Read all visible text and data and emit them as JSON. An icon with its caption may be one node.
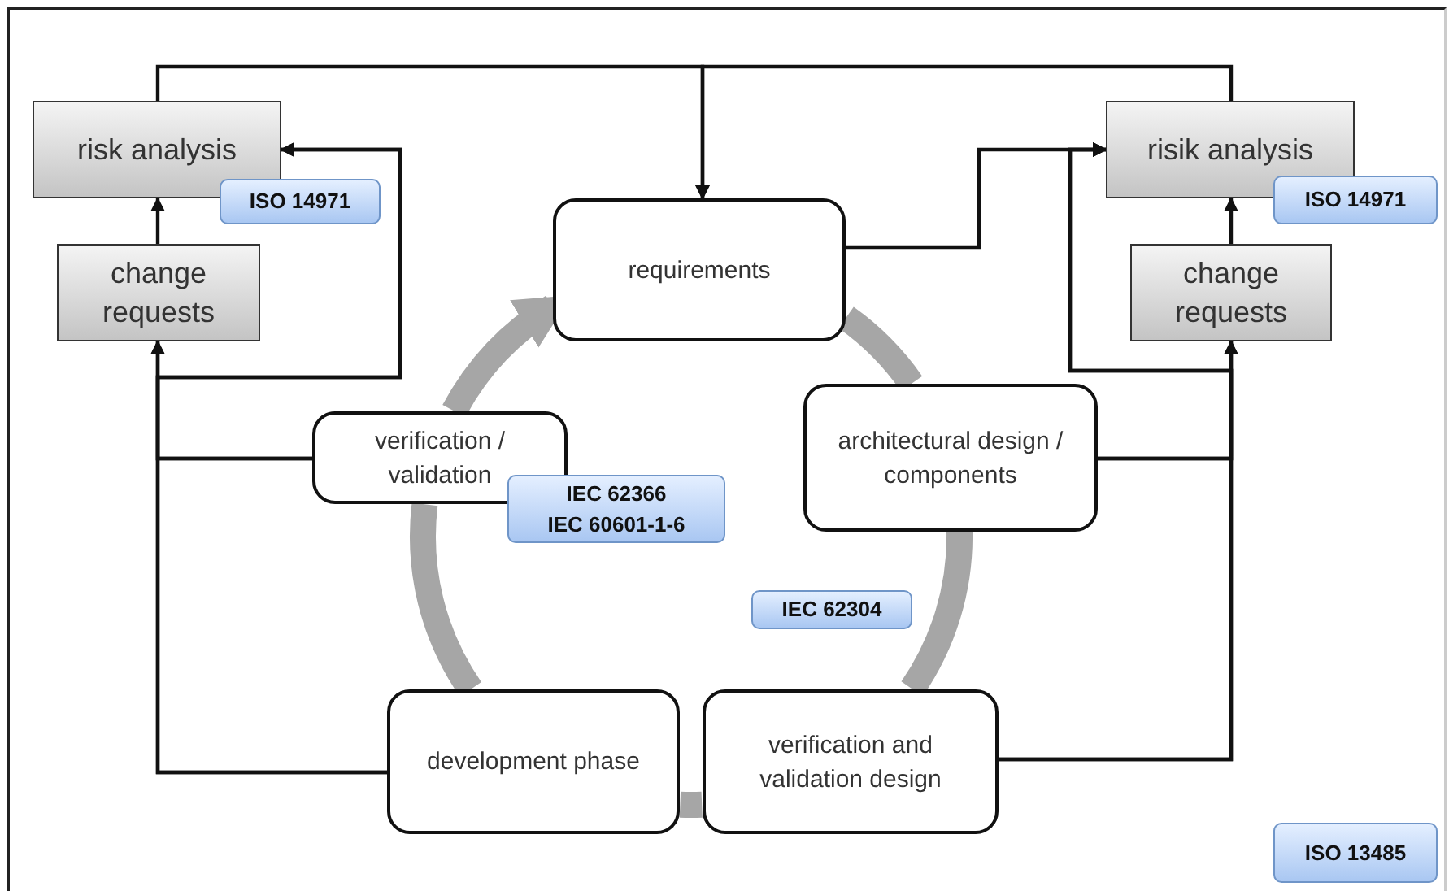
{
  "diagram": {
    "nodes": [
      {
        "text": [
          "risk analysis"
        ]
      },
      {
        "text": [
          "ISO 14971"
        ]
      },
      {
        "text": [
          "change requests"
        ]
      },
      {
        "text": [
          "requirements"
        ]
      },
      {
        "text": [
          "risik analysis"
        ]
      },
      {
        "text": [
          "ISO 14971"
        ]
      },
      {
        "text": [
          "change requests"
        ]
      },
      {
        "text": [
          "verification / validation"
        ]
      },
      {
        "text": [
          "IEC 62366",
          "IEC 60601-1-6"
        ]
      },
      {
        "text": [
          "architectural design / components"
        ]
      },
      {
        "text": [
          "IEC 62304"
        ]
      },
      {
        "text": [
          "development phase"
        ]
      },
      {
        "text": [
          "verification and validation design"
        ]
      },
      {
        "text": [
          "ISO 13485"
        ]
      }
    ],
    "edges": [
      {
        "from": 2,
        "to": 0,
        "arrow": "to"
      },
      {
        "from": 0,
        "to": 3,
        "arrow": "to"
      },
      {
        "from": 4,
        "to": 3,
        "arrow": "to"
      },
      {
        "from": 7,
        "to": 2,
        "arrow": "to"
      },
      {
        "from": 11,
        "to": 2,
        "arrow": "to"
      },
      {
        "from": 7,
        "to": 0,
        "arrow": "to"
      },
      {
        "from": 11,
        "to": 0,
        "arrow": "to"
      },
      {
        "from": 3,
        "to": 4,
        "arrow": "to"
      },
      {
        "from": 9,
        "to": 6,
        "arrow": "to"
      },
      {
        "from": 12,
        "to": 6,
        "arrow": "to"
      },
      {
        "from": 9,
        "to": 4,
        "arrow": "to"
      },
      {
        "from": 12,
        "to": 4,
        "arrow": "to"
      },
      {
        "from": 6,
        "to": 4,
        "arrow": "to"
      },
      {
        "from": 3,
        "to": 9,
        "arrow": "none",
        "style": "thick",
        "color": "#a6a6a6"
      },
      {
        "from": 9,
        "to": 12,
        "arrow": "none",
        "style": "thick",
        "color": "#a6a6a6"
      },
      {
        "from": 12,
        "to": 11,
        "arrow": "none",
        "style": "thick",
        "color": "#a6a6a6"
      },
      {
        "from": 11,
        "to": 7,
        "arrow": "none",
        "style": "thick",
        "color": "#a6a6a6"
      },
      {
        "from": 7,
        "to": 3,
        "arrow": "to",
        "style": "thick",
        "color": "#a6a6a6"
      }
    ]
  }
}
